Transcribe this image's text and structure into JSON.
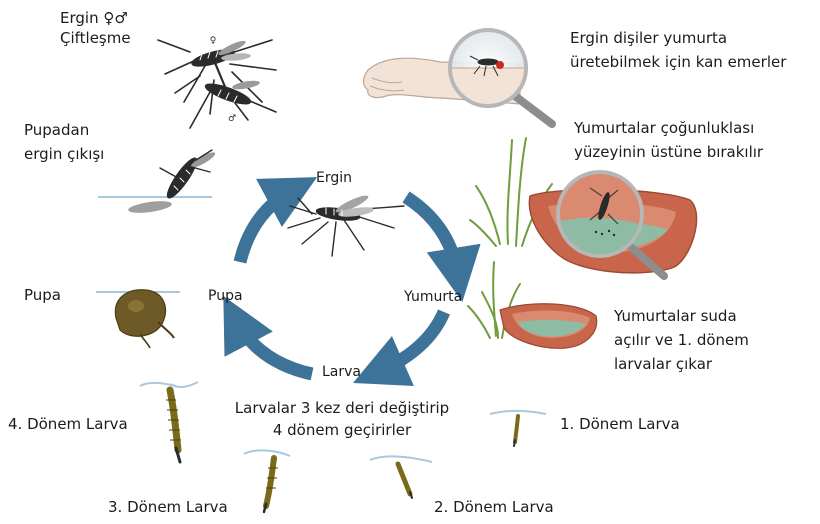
{
  "labels": {
    "mating_title": "Ergin ♀♂",
    "mating_sub": "Çiftleşme",
    "blood_meal_1": "Ergin dişiler yumurta",
    "blood_meal_2": "üretebilmek için kan emerler",
    "eggs_surface_1": "Yumurtalar çoğunluklası",
    "eggs_surface_2": "yüzeyinin üstüne bırakılır",
    "hatch_1": "Yumurtalar suda",
    "hatch_2": "açılır ve 1. dönem",
    "hatch_3": "larvalar çıkar",
    "emergence_1": "Pupadan",
    "emergence_2": "ergin çıkışı",
    "pupa_side": "Pupa",
    "cycle_adult": "Ergin",
    "cycle_egg": "Yumurta",
    "cycle_larva": "Larva",
    "cycle_pupa": "Pupa",
    "molting_1": "Larvalar 3 kez deri değiştirip",
    "molting_2": "4 dönem geçirirler",
    "larva_4": "4. Dönem Larva",
    "larva_3": "3. Dönem Larva",
    "larva_2": "2. Dönem Larva",
    "larva_1": "1. Dönem Larva",
    "female_symbol": "♀",
    "male_symbol": "♂"
  },
  "colors": {
    "cycle_arrow": "#3d7399",
    "water_line": "#a9c8dd",
    "mosquito_body": "#2b2b2b",
    "larva_body": "#7b6a1a",
    "pupa_body": "#6e5a26",
    "bowl_rim": "#c8654a",
    "bowl_water": "#8dbba4",
    "grass": "#6f9d3c",
    "magnifier_rim": "#b7b7b7",
    "skin": "#f3e3d6"
  },
  "icons": [
    "mosquito-icon",
    "arm-icon",
    "magnifier-icon",
    "bowl-icon",
    "grass-icon",
    "larva-icon",
    "pupa-icon",
    "cycle-arrow-icon"
  ]
}
